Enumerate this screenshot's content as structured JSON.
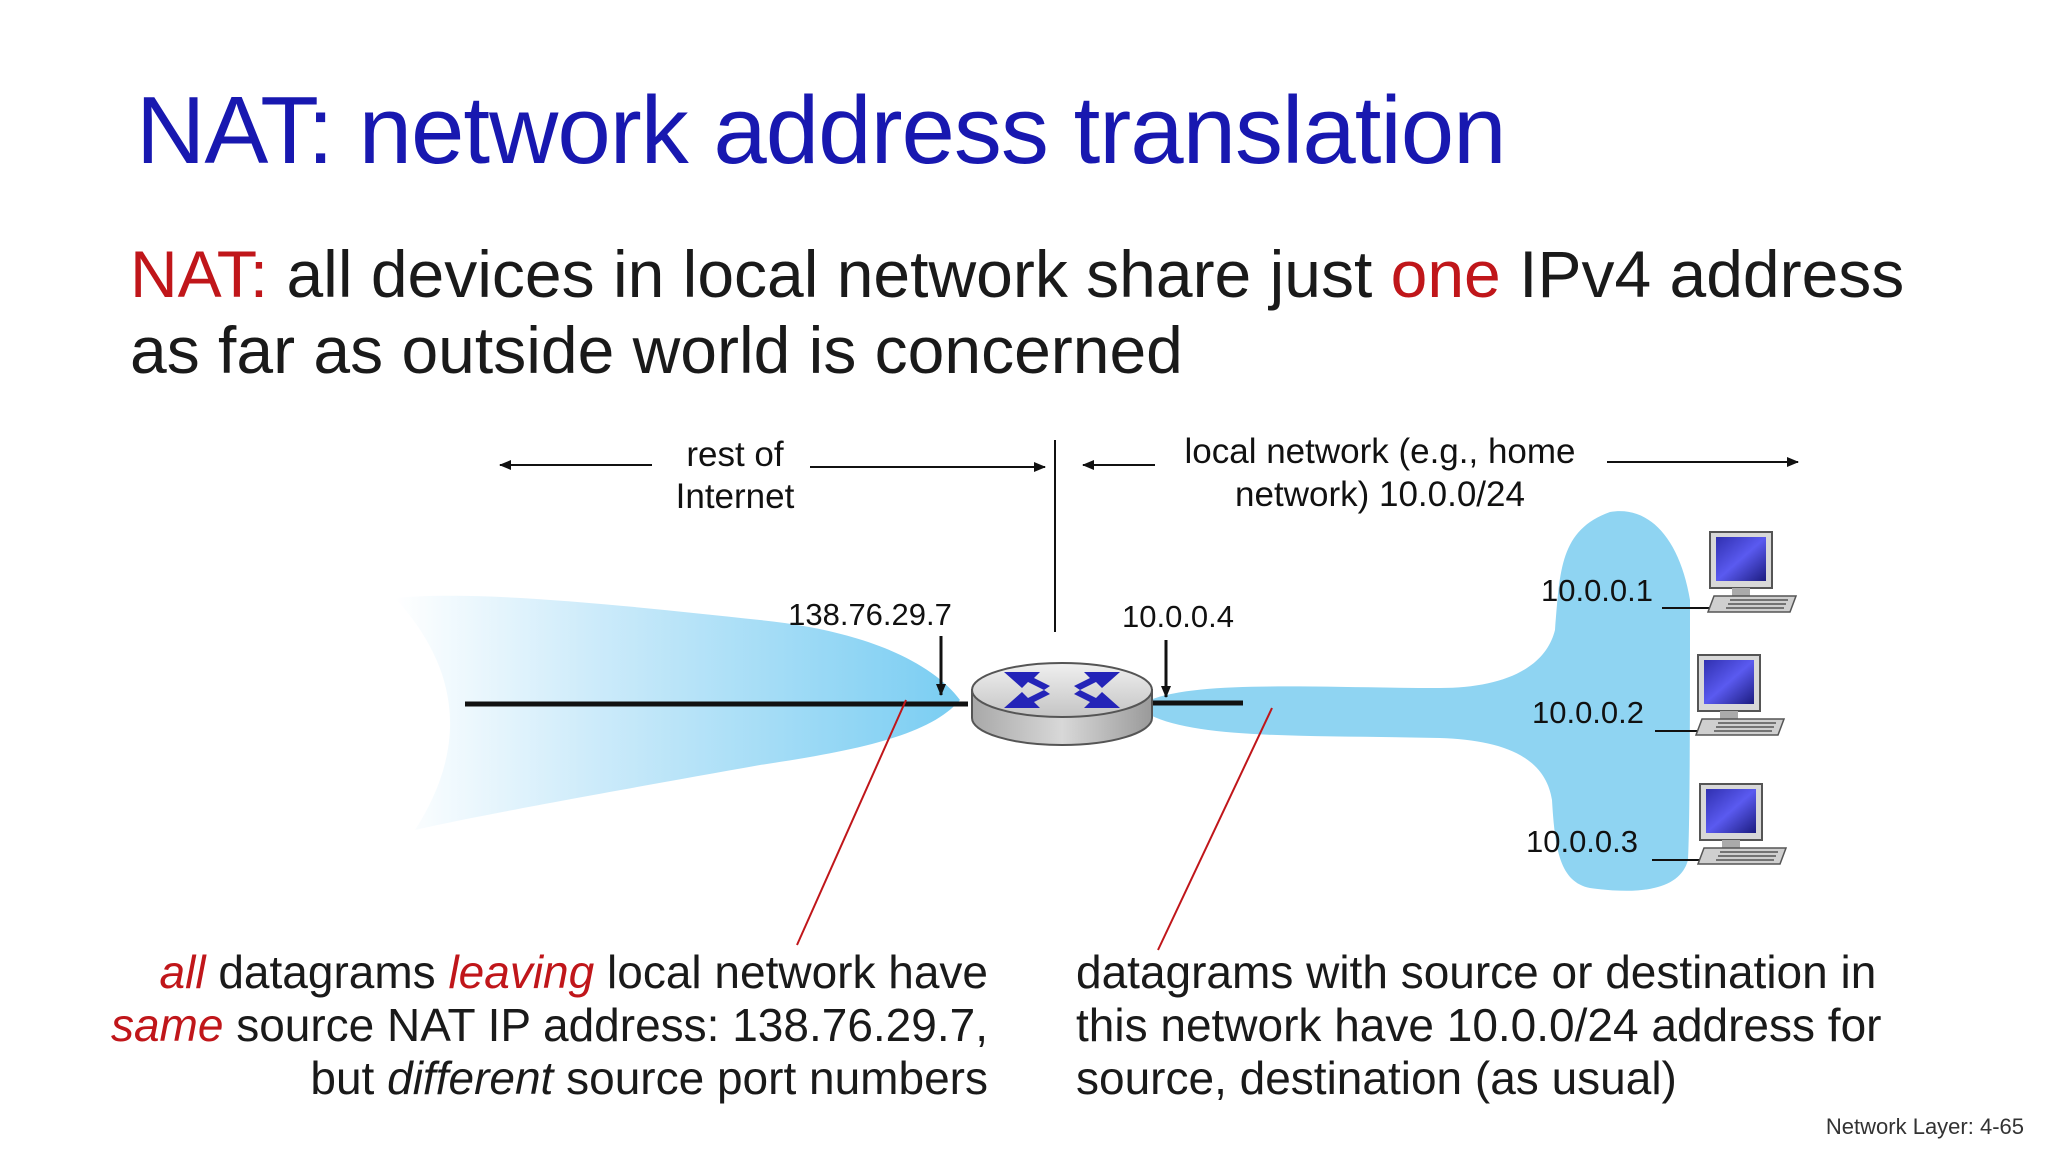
{
  "title": "NAT: network address translation",
  "subtitle": {
    "lead": "NAT:",
    "part1": " all devices in local network share just ",
    "one": "one",
    "part2": " IPv4 address as far as outside world is concerned"
  },
  "diagram": {
    "rest_label_line1": "rest of",
    "rest_label_line2": "Internet",
    "local_label_line1": "local network (e.g., home",
    "local_label_line2": "network) 10.0.0/24",
    "public_ip": "138.76.29.7",
    "router_local_ip": "10.0.0.4",
    "hosts": [
      "10.0.0.1",
      "10.0.0.2",
      "10.0.0.3"
    ]
  },
  "caption_left": {
    "w1": "all",
    "t1": " datagrams ",
    "w2": "leaving",
    "t2": " local network have",
    "w3": "same",
    "t3": " source NAT IP address: 138.76.29.7,",
    "t4": "but ",
    "w4": "different",
    "t5": " source port numbers"
  },
  "caption_right": {
    "line1": "datagrams with source or destination in",
    "line2": "this network have 10.0.0/24 address for",
    "line3": "source, destination (as usual)"
  },
  "footer": "Network Layer: 4-65",
  "colors": {
    "title": "#1818b0",
    "accent_red": "#c0161a",
    "cloud_blue": "#8fd4f2"
  }
}
